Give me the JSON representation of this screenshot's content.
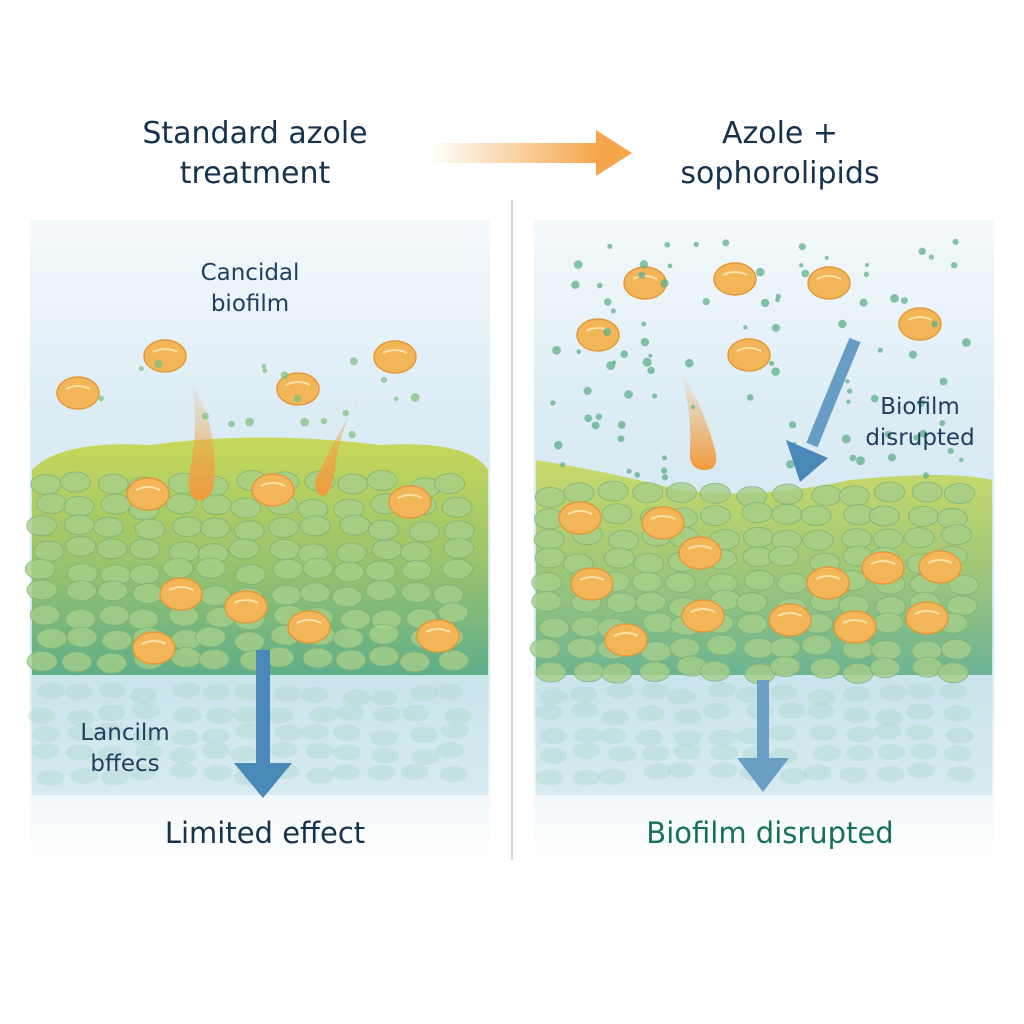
{
  "left_panel": {
    "title_line1": "Standard azole",
    "title_line2": "treatment",
    "label_top_line1": "Cancidal",
    "label_top_line2": "biofilm",
    "label_side_line1": "Lancilm",
    "label_side_line2": "bffecs",
    "result": "Limited effect"
  },
  "right_panel": {
    "title_line1": "Azole +",
    "title_line2": "sophorolipids",
    "label_line1": "Biofilm",
    "label_line2": "disrupted",
    "result": "Biofilm disrupted"
  },
  "colors": {
    "title_text": "#17324d",
    "result_left": "#17324d",
    "result_right": "#17705f",
    "arrow_orange": "#f5a54a",
    "arrow_blue": "#4a88b8",
    "biofilm_green": "#a9c860",
    "drug_particle": "#f2b558"
  }
}
